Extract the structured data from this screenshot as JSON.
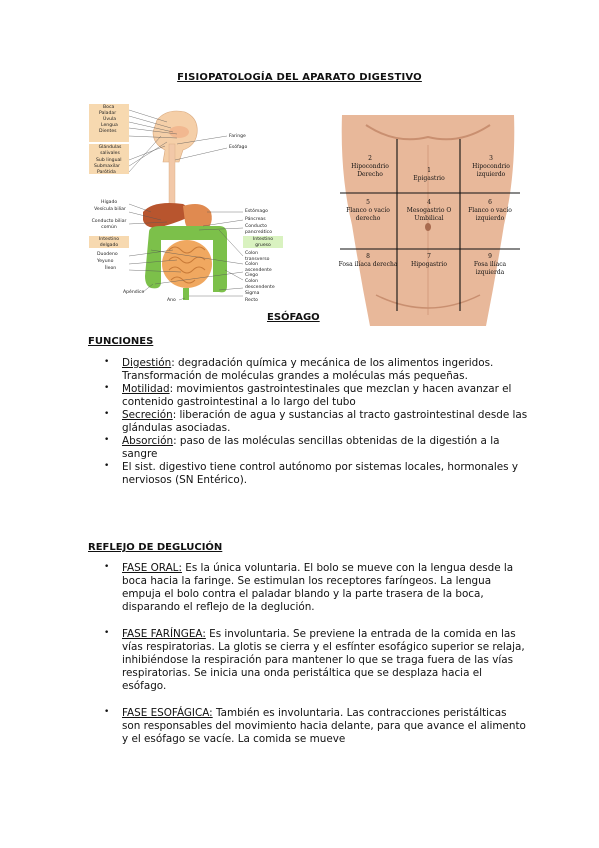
{
  "title": "FISIOPATOLOGÍA DEL APARATO DIGESTIVO",
  "figure_left": {
    "labels_left_top": [
      "Boca",
      "Paladar",
      "Úvula",
      "Lengua",
      "Dientes"
    ],
    "labels_glands": [
      "Glándulas salivales",
      "Sub lingual",
      "Submaxilar",
      "Parótida"
    ],
    "labels_mid": [
      "Hígado",
      "Vesícula biliar",
      "Conducto biliar común"
    ],
    "label_small_int_header": "Intestino delgado",
    "labels_small_int": [
      "Duodeno",
      "Yeyuno",
      "Íleon"
    ],
    "label_appendix": "Apéndice",
    "label_anus": "Ano",
    "labels_right_top": [
      "Faringe",
      "Esófago"
    ],
    "labels_right_mid": [
      "Estómago",
      "Páncreas",
      "Conducto pancreático"
    ],
    "label_large_int_header": "Intestino grueso",
    "labels_large_int": [
      "Colon transverso",
      "Colon ascendente",
      "Ciego",
      "Colon descendente",
      "Sigma",
      "Recto"
    ]
  },
  "figure_right": {
    "regions": [
      {
        "num": "2",
        "name": "Hipocondrio Derecho"
      },
      {
        "num": "1",
        "name": "Epigastrio"
      },
      {
        "num": "3",
        "name": "Hipocondrio izquierdo"
      },
      {
        "num": "5",
        "name": "Flanco o vacío derecho"
      },
      {
        "num": "4",
        "name": "Mesogastrio O Umbilical"
      },
      {
        "num": "6",
        "name": "Flanco o vacío izquierdo"
      },
      {
        "num": "8",
        "name": "Fosa ilíaca derecha"
      },
      {
        "num": "7",
        "name": "Hipogastrio"
      },
      {
        "num": "9",
        "name": "Fosa ilíaca izquierda"
      }
    ]
  },
  "caption": "ESÓFAGO",
  "funciones": {
    "heading": "FUNCIONES",
    "items": [
      {
        "term": "Digestión",
        "text": ": degradación química y mecánica de los alimentos ingeridos. Transformación de moléculas grandes a moléculas más pequeñas."
      },
      {
        "term": "Motilidad",
        "text": ": movimientos gastrointestinales que mezclan y hacen avanzar el contenido gastrointestinal a lo largo del tubo"
      },
      {
        "term": "Secreción",
        "text": ": liberación de agua y sustancias al tracto gastrointestinal desde las glándulas asociadas."
      },
      {
        "term": "Absorción",
        "text": ": paso de las moléculas sencillas obtenidas de la digestión a la sangre"
      },
      {
        "term": "",
        "text": "El sist. digestivo tiene control autónomo por sistemas locales, hormonales y nerviosos (SN Entérico)."
      }
    ]
  },
  "reflejo": {
    "heading": "REFLEJO DE DEGLUCIÓN",
    "items": [
      {
        "term": "FASE ORAL:",
        "text": " Es la única voluntaria. El bolo se mueve con la lengua desde la boca hacia la faringe. Se estimulan los receptores faríngeos. La lengua empuja el bolo contra el paladar blando y la parte trasera de la boca, disparando el reflejo de la deglución."
      },
      {
        "term": "FASE FARÍNGEA:",
        "text": " Es involuntaria. Se previene la entrada de la comida en las vías respiratorias. La glotis se cierra y el esfínter esofágico superior se relaja, inhibiéndose la respiración para mantener lo que se traga fuera de las vías respiratorias. Se inicia una onda peristáltica que se desplaza hacia el esófago."
      },
      {
        "term": "FASE ESOFÁGICA:",
        "text": " También es involuntaria. Las contracciones peristálticas son responsables del movimiento hacia delante, para que avance el alimento y el esófago se vacíe. La comida se mueve"
      }
    ]
  },
  "colors": {
    "figure_label_box": "#f7d9b0",
    "small_int_box": "#f7d9b0",
    "large_int_box": "#d9f2c0",
    "small_intestine": "#f0a860",
    "large_intestine": "#7cc04a",
    "stomach": "#e08a50",
    "liver": "#b8552e",
    "skin": "#e8b89a",
    "grid_line": "#111111"
  }
}
